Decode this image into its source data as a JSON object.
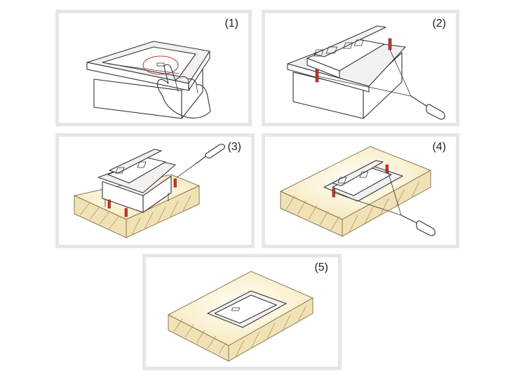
{
  "steps": [
    {
      "label": "(1)"
    },
    {
      "label": "(2)"
    },
    {
      "label": "(3)"
    },
    {
      "label": "(4)"
    },
    {
      "label": "(5)"
    }
  ]
}
